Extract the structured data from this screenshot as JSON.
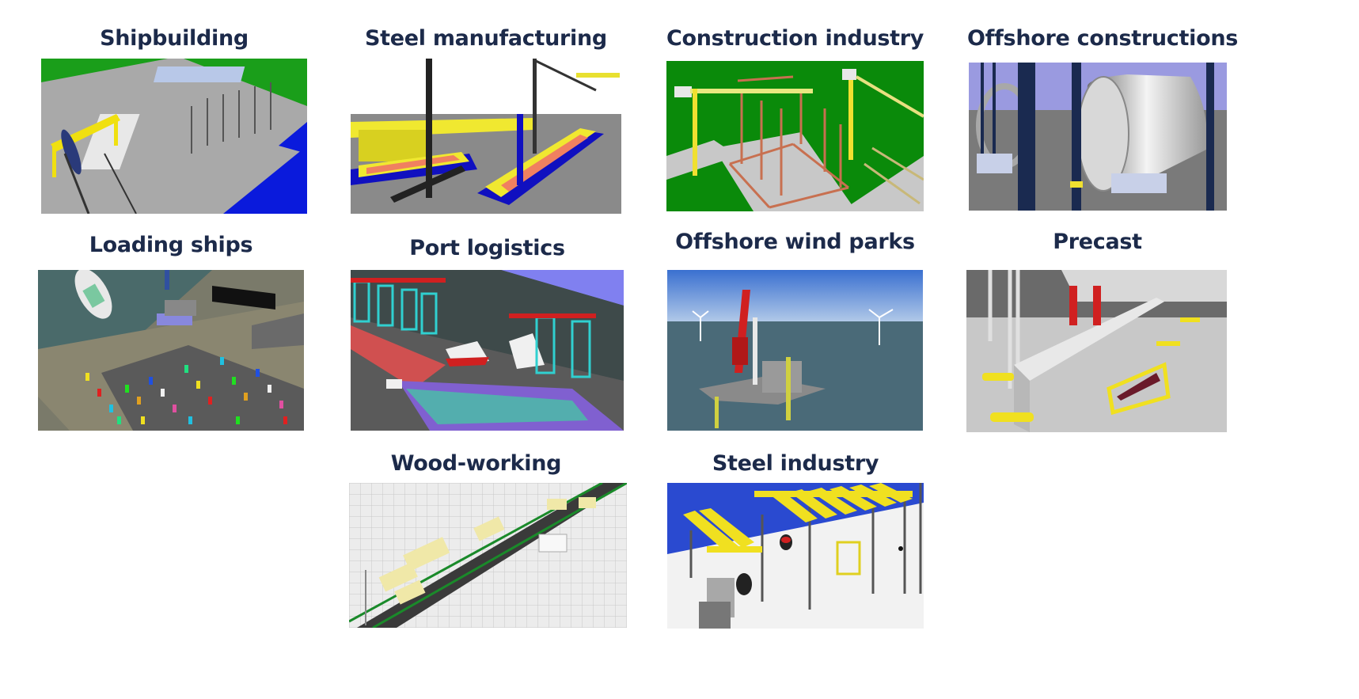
{
  "page": {
    "background": "#ffffff",
    "title_color": "#1c2a4a"
  },
  "tiles": [
    {
      "label": "Shipbuilding",
      "image": "shipyard-3d-simulation",
      "row": 1,
      "col": 1
    },
    {
      "label": "Steel manufacturing",
      "image": "steel-plate-production-line-3d-simulation",
      "row": 1,
      "col": 2
    },
    {
      "label": "Construction industry",
      "image": "construction-cranes-foundation-3d-simulation",
      "row": 1,
      "col": 3
    },
    {
      "label": "Offshore constructions",
      "image": "monopile-cylinder-fabrication-3d-simulation",
      "row": 1,
      "col": 4
    },
    {
      "label": "Loading ships",
      "image": "ro-ro-vehicle-terminal-3d-simulation",
      "row": 2,
      "col": 1
    },
    {
      "label": "Port logistics",
      "image": "container-terminal-cranes-3d-simulation",
      "row": 2,
      "col": 2
    },
    {
      "label": "Offshore wind parks",
      "image": "jack-up-vessel-wind-turbines-3d-simulation",
      "row": 2,
      "col": 3
    },
    {
      "label": "Precast",
      "image": "precast-concrete-factory-3d-simulation",
      "row": 2,
      "col": 4
    },
    {
      "label": "Wood-working",
      "image": "wood-conveyor-line-3d-simulation",
      "row": 3,
      "col": 2
    },
    {
      "label": "Steel industry",
      "image": "steel-plant-overhead-cranes-3d-simulation",
      "row": 3,
      "col": 3
    }
  ]
}
